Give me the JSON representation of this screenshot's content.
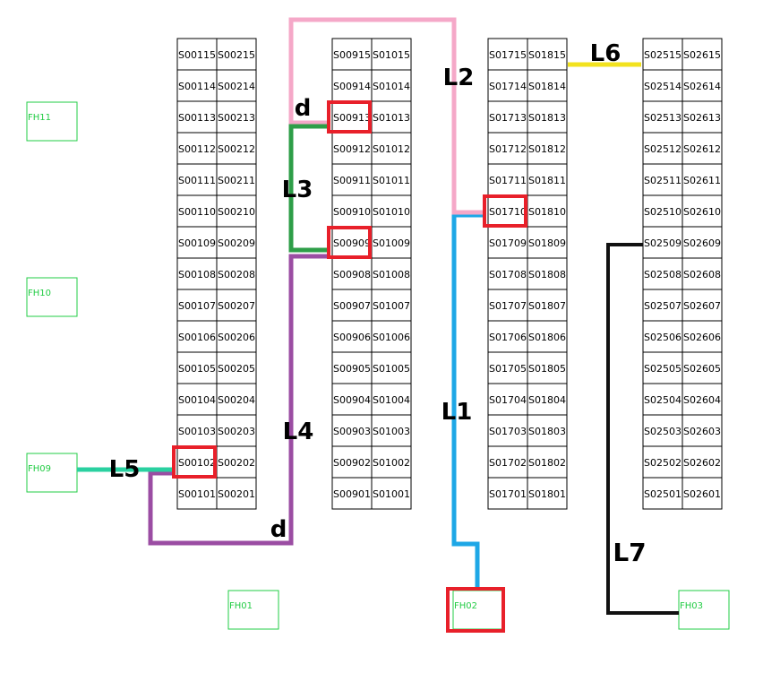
{
  "racks": [
    {
      "name": "rack-s001-s002",
      "col_a": "S001",
      "col_b": "S002",
      "rows_top_to_bottom": [
        "15",
        "14",
        "13",
        "12",
        "11",
        "10",
        "09",
        "08",
        "07",
        "06",
        "05",
        "04",
        "03",
        "02",
        "01"
      ]
    },
    {
      "name": "rack-s009-s010",
      "col_a": "S009",
      "col_b": "S010",
      "rows_top_to_bottom": [
        "15",
        "14",
        "13",
        "12",
        "11",
        "10",
        "09",
        "08",
        "07",
        "06",
        "05",
        "04",
        "03",
        "02",
        "01"
      ]
    },
    {
      "name": "rack-s017-s018",
      "col_a": "S017",
      "col_b": "S018",
      "rows_top_to_bottom": [
        "15",
        "14",
        "13",
        "12",
        "11",
        "10",
        "09",
        "08",
        "07",
        "06",
        "05",
        "04",
        "03",
        "02",
        "01"
      ]
    },
    {
      "name": "rack-s025-s026",
      "col_a": "S025",
      "col_b": "S026",
      "rows_top_to_bottom": [
        "15",
        "14",
        "13",
        "12",
        "11",
        "10",
        "09",
        "08",
        "07",
        "06",
        "05",
        "04",
        "03",
        "02",
        "01"
      ]
    }
  ],
  "highlighted_slots": [
    "S00913",
    "S00909",
    "S01710",
    "S00102"
  ],
  "highlight_color": "#e8202a",
  "facility_boxes": [
    {
      "name": "FH11",
      "label": "FH11",
      "highlighted": false
    },
    {
      "name": "FH10",
      "label": "FH10",
      "highlighted": false
    },
    {
      "name": "FH09",
      "label": "FH09",
      "highlighted": false
    },
    {
      "name": "FH01",
      "label": "FH01",
      "highlighted": false
    },
    {
      "name": "FH02",
      "label": "FH02",
      "highlighted": true
    },
    {
      "name": "FH03",
      "label": "FH03",
      "highlighted": false
    }
  ],
  "facility_color": "#22cc44",
  "routes": [
    {
      "id": "L1",
      "label": "L1",
      "color": "#1ea7e6",
      "from": "FH02",
      "to": "S01710"
    },
    {
      "id": "L2",
      "label": "L2",
      "color": "#f5a8c8",
      "from": "S01710",
      "to": "S00913"
    },
    {
      "id": "L3",
      "label": "L3",
      "color": "#2e9e48",
      "from": "S00913",
      "to": "S00909"
    },
    {
      "id": "L4",
      "label": "L4",
      "color": "#9b4da3",
      "from": "S00909",
      "to": "S00102"
    },
    {
      "id": "L5",
      "label": "L5",
      "color": "#2ad0a0",
      "from": "FH09",
      "to": "S00102"
    },
    {
      "id": "L6",
      "label": "L6",
      "color": "#f2e21e",
      "from": "S01815",
      "to": "S02515"
    },
    {
      "id": "L7",
      "label": "L7",
      "color": "#111111",
      "from": "FH03",
      "to": "S02509"
    }
  ],
  "annotations": [
    {
      "name": "d-marker-top",
      "text": "d"
    },
    {
      "name": "d-marker-bottom",
      "text": "d"
    }
  ]
}
